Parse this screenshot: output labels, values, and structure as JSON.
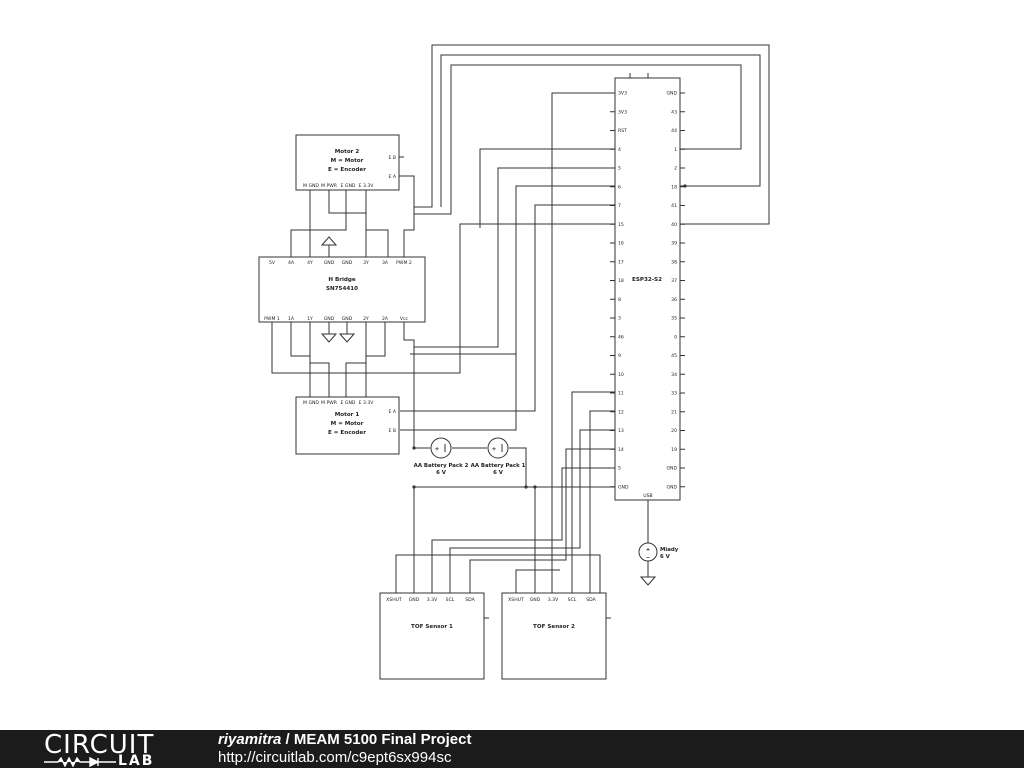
{
  "motor2": {
    "title": "Motor 2",
    "line2": "M = Motor",
    "line3": "E = Encoder",
    "pins_bottom": [
      "M GND",
      "M PWR",
      "E GND",
      "E 3.3V"
    ],
    "pins_right": [
      "E B",
      "E A"
    ]
  },
  "motor1": {
    "title": "Motor 1",
    "line2": "M = Motor",
    "line3": "E = Encoder",
    "pins_top": [
      "M GND",
      "M PWR",
      "E GND",
      "E 3.3V"
    ],
    "pins_right": [
      "E A",
      "E B"
    ]
  },
  "hbridge": {
    "title": "H Bridge",
    "subtitle": "SN754410",
    "pins_top": [
      "5V",
      "4A",
      "4Y",
      "GND",
      "GND",
      "3Y",
      "3A",
      "PWM 2"
    ],
    "pins_bottom": [
      "PWM 1",
      "1A",
      "1Y",
      "GND",
      "GND",
      "2Y",
      "2A",
      "Vcc"
    ]
  },
  "esp32": {
    "label": "ESP32-S2",
    "usb": "USB",
    "left_pins": [
      "3V3",
      "3V3",
      "RST",
      "4",
      "5",
      "6",
      "7",
      "15",
      "16",
      "17",
      "18",
      "8",
      "3",
      "46",
      "9",
      "10",
      "11",
      "12",
      "13",
      "14",
      "5",
      "GND"
    ],
    "right_pins": [
      "GND",
      "43",
      "44",
      "1",
      "2",
      "18",
      "41",
      "40",
      "39",
      "38",
      "37",
      "36",
      "35",
      "0",
      "45",
      "34",
      "33",
      "21",
      "20",
      "19",
      "GND",
      "GND"
    ]
  },
  "battery2": {
    "name": "AA Battery Pack 2",
    "value": "6 V"
  },
  "battery1": {
    "name": "AA Battery Pack 1",
    "value": "6 V"
  },
  "miady": {
    "name": "Miady",
    "value": "6 V"
  },
  "tof1": {
    "title": "TOF Sensor 1",
    "pins": [
      "XSHUT",
      "GND",
      "3.3V",
      "SCL",
      "SDA"
    ]
  },
  "tof2": {
    "title": "TOF Sensor 2",
    "pins": [
      "XSHUT",
      "GND",
      "3.3V",
      "SCL",
      "SDA"
    ]
  },
  "footer": {
    "logo_top": "CIRCUIT",
    "logo_bottom": "LAB",
    "author": "riyamitra",
    "separator": " / ",
    "project": "MEAM 5100 Final Project",
    "url": "http://circuitlab.com/c9ept6sx994sc"
  }
}
